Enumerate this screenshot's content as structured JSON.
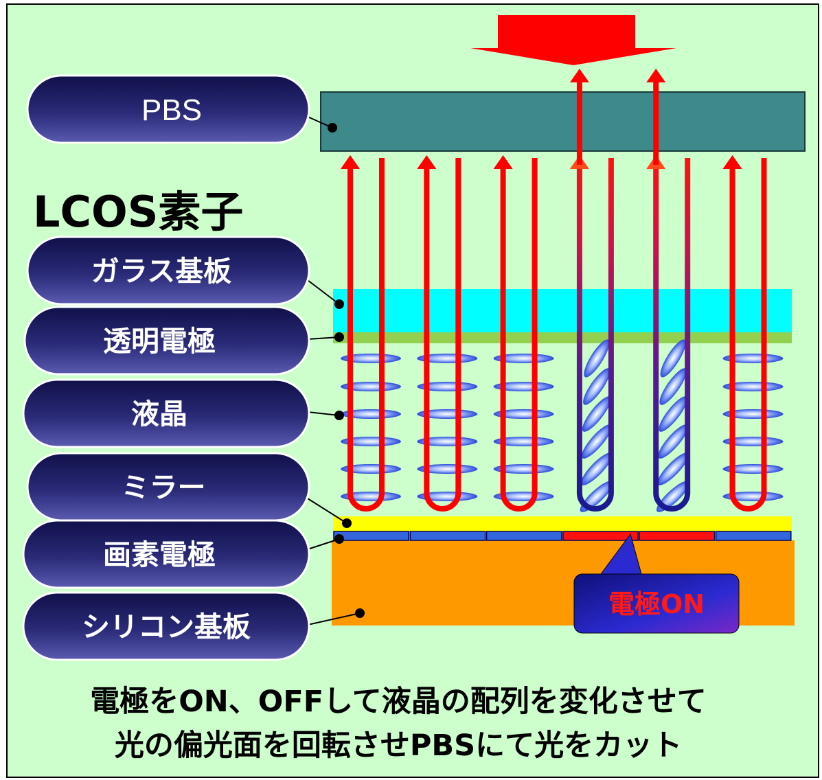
{
  "title": "LCOS素子",
  "labels": {
    "pbs": "PBS",
    "glass": "ガラス基板",
    "transparent_electrode": "透明電極",
    "liquid_crystal": "液晶",
    "mirror": "ミラー",
    "pixel_electrode": "画素電極",
    "silicon": "シリコン基板"
  },
  "callout": "電極ON",
  "caption": {
    "line1": "電極をON、OFFして液晶の配列を変化させて",
    "line2": "光の偏光面を回転させPBSにて光をカット"
  },
  "electrodes": [
    "off",
    "off",
    "off",
    "on",
    "on",
    "off"
  ],
  "colors": {
    "background": "#ccffcc",
    "pbs": "#3e8a8a",
    "glass": "#00ffff",
    "transparent_electrode": "#92d050",
    "mirror": "#ffff00",
    "silicon": "#ff9900",
    "electrode_off": "#3366dd",
    "electrode_on": "#ff1010",
    "light": "#ff0000",
    "light_rotated": "#1a1a88",
    "pill": "#1a1a5c"
  }
}
